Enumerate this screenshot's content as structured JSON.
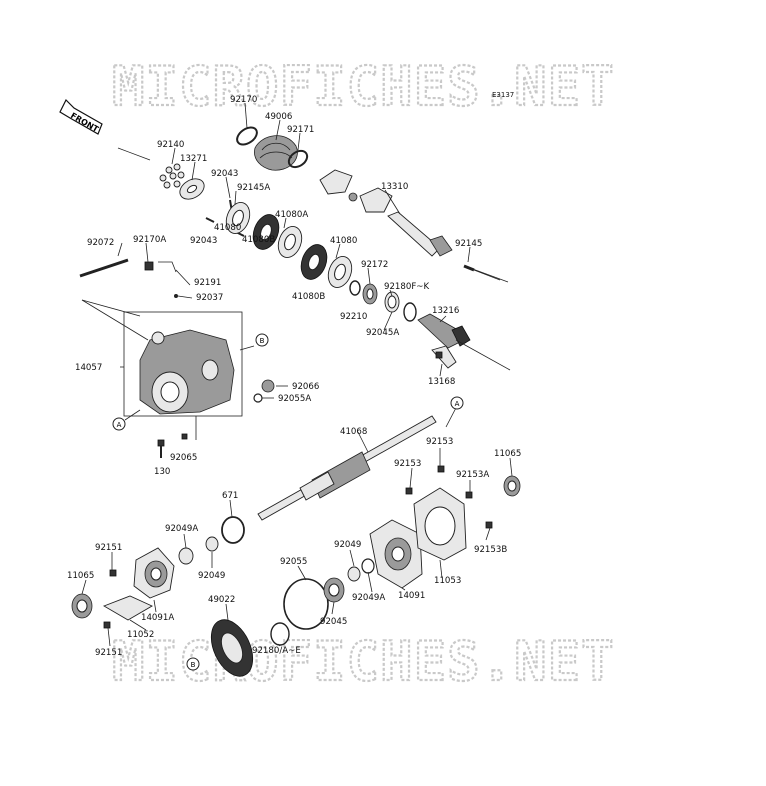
{
  "diagram_code": "E3137",
  "watermark": "MICROFICHES.NET",
  "front_label": "FRONT",
  "markers": {
    "a": "A",
    "b": "B"
  },
  "parts": {
    "p92170": "92170",
    "p49006": "49006",
    "p92171": "92171",
    "p92140": "92140",
    "p13271": "13271",
    "p92043a": "92043",
    "p92145a": "92145A",
    "p13310": "13310",
    "p41080a": "41080A",
    "p92043b": "92043",
    "p41080a2": "41080",
    "p41080b": "41080B",
    "p41080": "41080",
    "p92145": "92145",
    "p92072": "92072",
    "p92170a": "92170A",
    "p92172": "92172",
    "p92180fk": "92180F~K",
    "p92191": "92191",
    "p92037": "92037",
    "p41080b2": "41080B",
    "p92210": "92210",
    "p13216": "13216",
    "p92045a": "92045A",
    "p14057": "14057",
    "p13168": "13168",
    "p92066": "92066",
    "p92055a": "92055A",
    "p41068": "41068",
    "p130": "130",
    "p92065": "92065",
    "p92153a": "92153",
    "p11065a": "11065",
    "p92153b": "92153",
    "p92153c": "92153A",
    "p671": "671",
    "p92049a": "92049A",
    "p92151a": "92151",
    "p92049": "92049",
    "p92153d": "92153B",
    "p92055": "92055",
    "p92049b": "92049",
    "p11065b": "11065",
    "p11053": "11053",
    "p92049a2": "92049A",
    "p14091": "14091",
    "p14091a": "14091A",
    "p49022": "49022",
    "p92045": "92045",
    "p11052": "11052",
    "p92151b": "92151",
    "p92180ae": "92180/A~E"
  }
}
